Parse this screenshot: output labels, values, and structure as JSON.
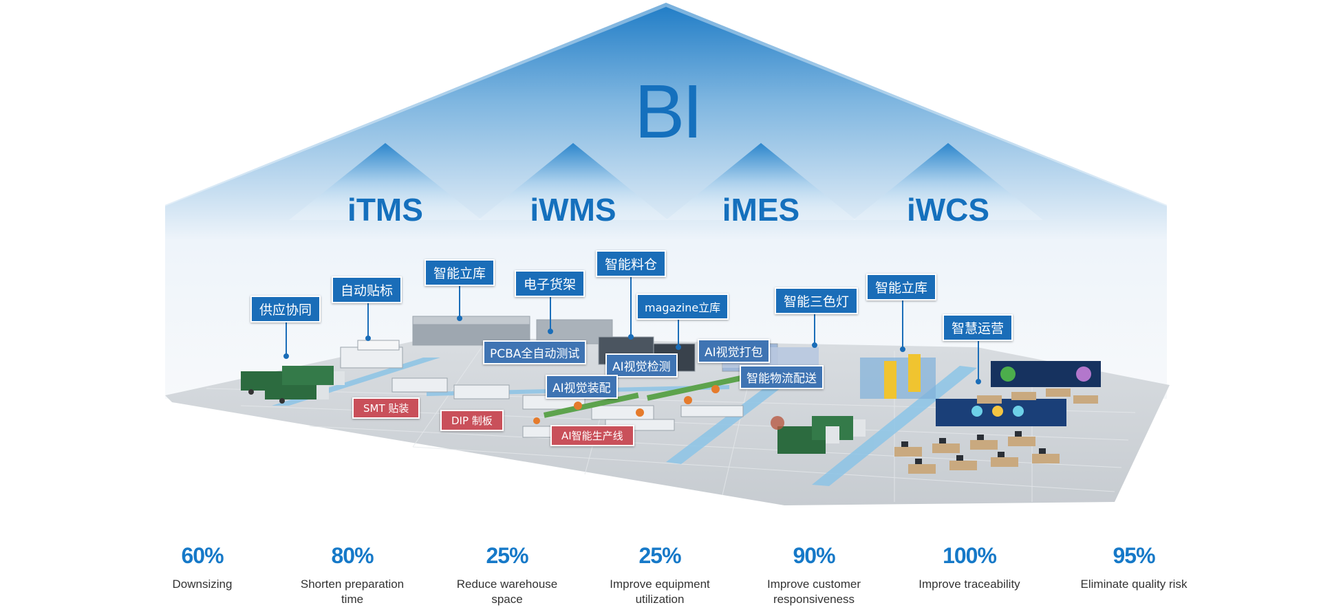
{
  "roof": {
    "title": "BI",
    "systems": [
      "iTMS",
      "iWMS",
      "iMES",
      "iWCS"
    ]
  },
  "tags": {
    "supply": "供应协同",
    "auto_label": "自动贴标",
    "smart_store_1": "智能立库",
    "e_shelf": "电子货架",
    "material_bin": "智能料仓",
    "magazine": "magazine立库",
    "tricolor": "智能三色灯",
    "smart_store_2": "智能立库",
    "smart_ops": "智慧运营",
    "pcba": "PCBA全自动测试",
    "ai_inspect": "AI视觉检测",
    "ai_pack": "AI视觉打包",
    "ai_assembly": "AI视觉装配",
    "logistics": "智能物流配送",
    "smt": "SMT 贴装",
    "dip": "DIP 制板",
    "ai_line": "AI智能生产线"
  },
  "stats": [
    {
      "value": "60%",
      "label": "Downsizing"
    },
    {
      "value": "80%",
      "label": "Shorten preparation time"
    },
    {
      "value": "25%",
      "label": "Reduce warehouse space"
    },
    {
      "value": "25%",
      "label": "Improve equipment utilization"
    },
    {
      "value": "90%",
      "label": "Improve customer responsiveness"
    },
    {
      "value": "100%",
      "label": "Improve traceability"
    },
    {
      "value": "95%",
      "label": "Eliminate quality risk"
    }
  ]
}
